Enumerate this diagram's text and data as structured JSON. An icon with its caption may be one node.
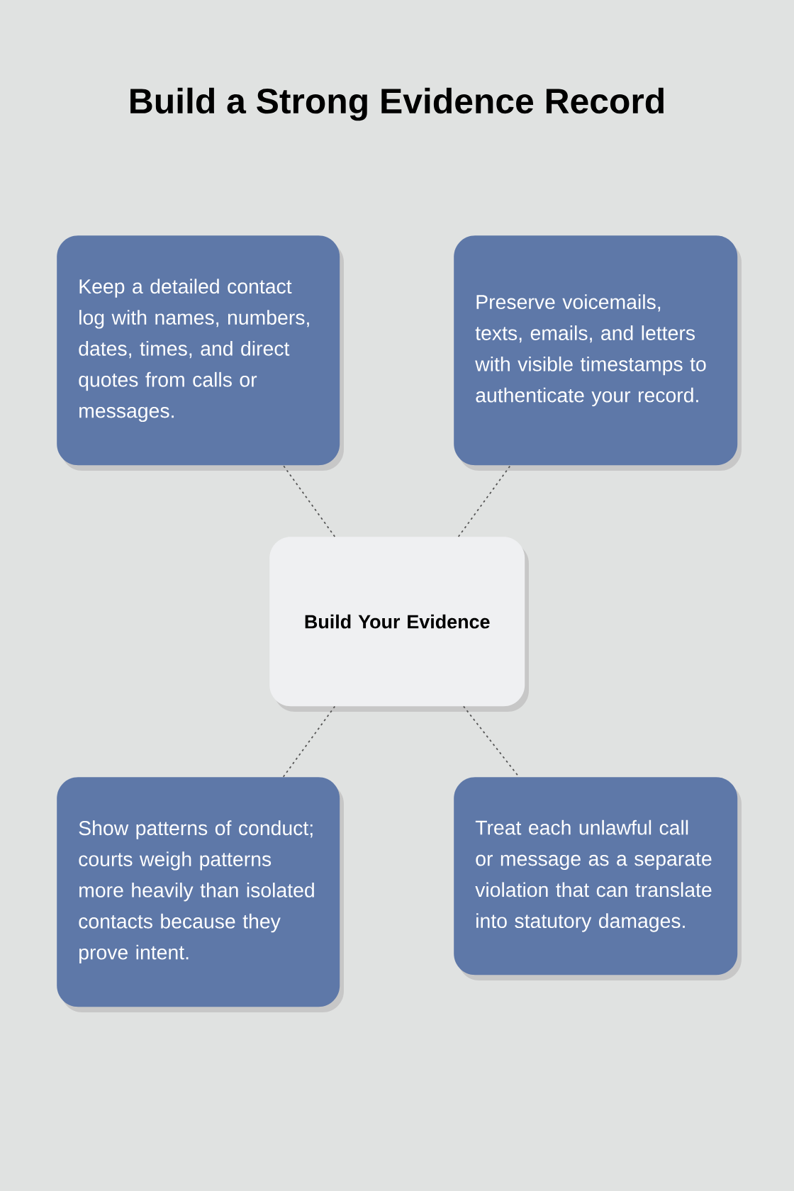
{
  "diagram": {
    "title": "Build a Strong Evidence Record",
    "nodes": [
      {
        "text": [
          "Keep a detailed contact log with names, numbers, dates, times, and direct quotes from calls or messages."
        ]
      },
      {
        "text": [
          "Preserve voicemails, texts, emails, and letters with visible timestamps to authenticate your record."
        ]
      },
      {
        "text": [
          "Build Your Evidence"
        ]
      },
      {
        "text": [
          "Show patterns of conduct; courts weigh patterns more heavily than isolated contacts because they prove intent."
        ]
      },
      {
        "text": [
          "Treat each unlawful call or message as a separate violation that can translate into statutory damages."
        ]
      }
    ],
    "edges": [
      {
        "from": 2,
        "to": 0,
        "arrow": "none",
        "style": "dashed"
      },
      {
        "from": 2,
        "to": 1,
        "arrow": "none",
        "style": "dashed"
      },
      {
        "from": 2,
        "to": 3,
        "arrow": "none",
        "style": "dashed"
      },
      {
        "from": 2,
        "to": 4,
        "arrow": "none",
        "style": "dashed"
      }
    ]
  }
}
